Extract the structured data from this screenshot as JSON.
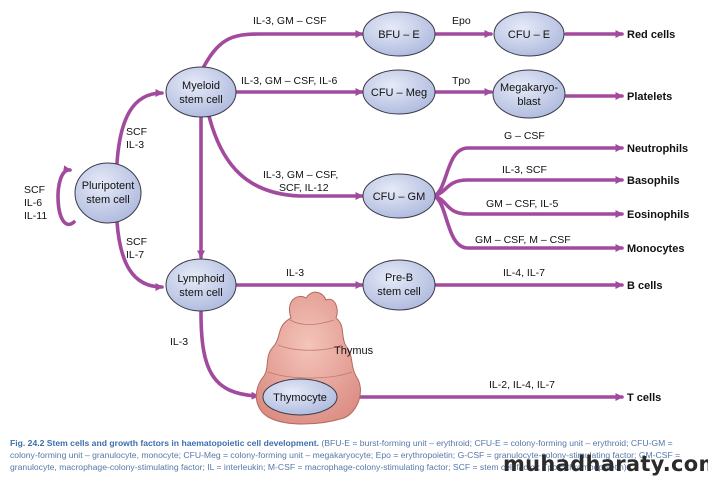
{
  "nodes": {
    "pluripotent": [
      "Pluripotent",
      "stem cell"
    ],
    "myeloid": [
      "Myeloid",
      "stem cell"
    ],
    "lymphoid": [
      "Lymphoid",
      "stem cell"
    ],
    "bfu_e": "BFU – E",
    "cfu_e": "CFU – E",
    "cfu_meg": "CFU – Meg",
    "megakaryoblast": [
      "Megakaryo-",
      "blast"
    ],
    "cfu_gm": "CFU – GM",
    "pre_b": [
      "Pre-B",
      "stem cell"
    ],
    "thymocyte": "Thymocyte",
    "thymus": "Thymus"
  },
  "factors": {
    "self_renewal": [
      "SCF",
      "IL-6",
      "IL-11"
    ],
    "to_myeloid": [
      "SCF",
      "IL-3"
    ],
    "to_lymphoid": [
      "SCF",
      "IL-7"
    ],
    "to_bfu_e": "IL-3, GM – CSF",
    "to_cfu_meg": "IL-3, GM – CSF, IL-6",
    "to_cfu_gm": [
      "IL-3, GM – CSF,",
      "SCF, IL-12"
    ],
    "epo": "Epo",
    "tpo": "Tpo",
    "neutrophils": "G – CSF",
    "basophils": "IL-3, SCF",
    "eosinophils": "GM – CSF, IL-5",
    "monocytes": "GM – CSF, M – CSF",
    "to_pre_b": "IL-3",
    "b_cells": "IL-4, IL-7",
    "to_thymocyte": "IL-3",
    "t_cells": "IL-2, IL-4, IL-7"
  },
  "outputs": {
    "red_cells": "Red cells",
    "platelets": "Platelets",
    "neutrophils": "Neutrophils",
    "basophils": "Basophils",
    "eosinophils": "Eosinophils",
    "monocytes": "Monocytes",
    "b_cells": "B cells",
    "t_cells": "T cells"
  },
  "caption": {
    "title": "Fig. 24.2 Stem cells and growth factors in haematopoietic cell development.",
    "text": "(BFU-E = burst-forming unit – erythroid; CFU-E = colony-forming unit – erythroid; CFU-GM = colony-forming unit – granulocyte, monocyte; CFU-Meg = colony-forming unit – megakaryocyte; Epo = erythropoietin; G-CSF = granulocyte-colony-stimulating factor; GM-CSF = granulocyte, macrophage-colony-stimulating factor; IL = interleukin; M-CSF = macrophage-colony-stimulating factor; SCF = stem cell factor; Tpo = thrombopoietin)"
  },
  "watermark": "muhadharaty.com",
  "colors": {
    "arrow": "#a24a9e",
    "cell_fill": "#c8d2ec",
    "cell_stroke": "#3a3a48",
    "thymus_fill": "#e8a49a",
    "caption_title": "#3d6faa"
  }
}
